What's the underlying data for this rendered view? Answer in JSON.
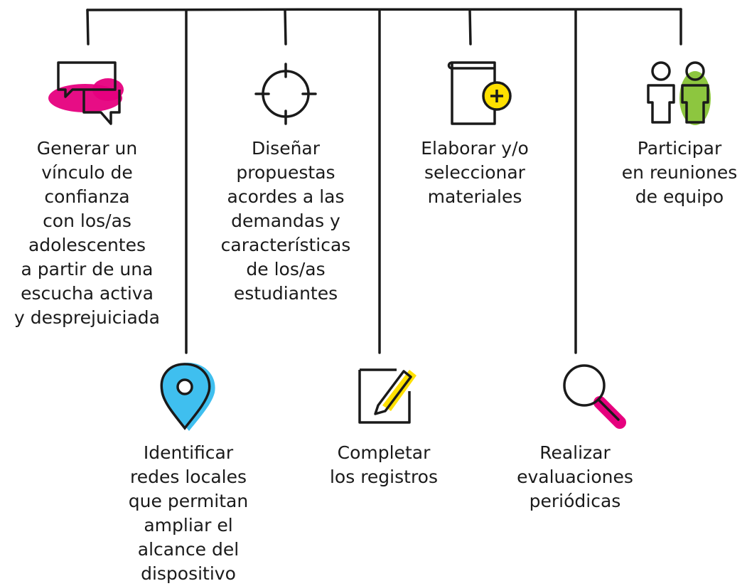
{
  "items": [
    {
      "id": "vinculo",
      "text": "Generar un\nvínculo de\nconfianza\ncon los/as\nadolescentes\na partir de una\nescucha activa\ny desprejuiciada",
      "icon": "speech-bubble-icon",
      "accent": "#e6007e"
    },
    {
      "id": "redes",
      "text": "Identificar\nredes locales\nque permitan\nampliar el\nalcance del\ndispositivo",
      "icon": "location-pin-icon",
      "accent": "#3fbfef"
    },
    {
      "id": "propuestas",
      "text": "Diseñar\npropuestas\nacordes a las\ndemandas y\ncaracterísticas\nde los/as\nestudiantes",
      "icon": "target-icon",
      "accent": "#1a1a1a"
    },
    {
      "id": "registros",
      "text": "Completar\nlos registros",
      "icon": "pencil-edit-icon",
      "accent": "#ffe000"
    },
    {
      "id": "materiales",
      "text": "Elaborar y/o\nseleccionar\nmateriales",
      "icon": "book-add-icon",
      "accent": "#ffe000"
    },
    {
      "id": "evaluaciones",
      "text": "Realizar\nevaluaciones\nperiódicas",
      "icon": "magnifier-icon",
      "accent": "#e6007e"
    },
    {
      "id": "reuniones",
      "text": "Participar\nen reuniones\nde equipo",
      "icon": "people-icon",
      "accent": "#8dc63f"
    }
  ]
}
